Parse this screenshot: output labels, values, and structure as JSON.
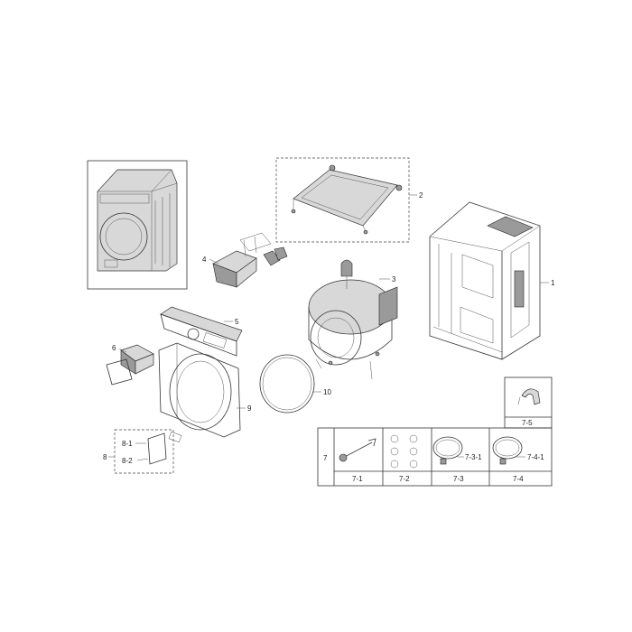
{
  "labels": {
    "p1": "1",
    "p2": "2",
    "p3": "3",
    "p4": "4",
    "p5": "5",
    "p6": "6",
    "p7": "7",
    "p71": "7-1",
    "p72": "7-2",
    "p73": "7-3",
    "p74": "7-4",
    "p731": "7-3-1",
    "p741": "7-4-1",
    "p75": "7-5",
    "p8": "8",
    "p81": "8-1",
    "p82": "8-2",
    "p9": "9",
    "p10": "10"
  }
}
